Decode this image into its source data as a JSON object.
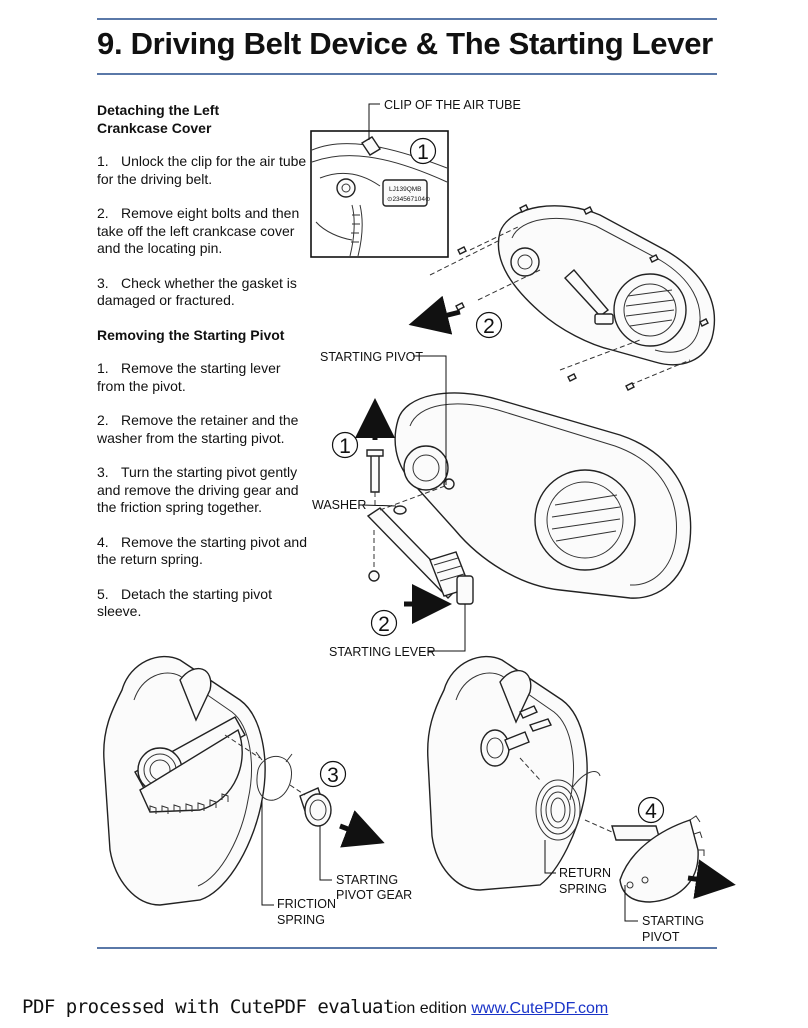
{
  "page": {
    "title": "9. Driving Belt Device & The Starting Lever"
  },
  "sections": [
    {
      "heading": "Detaching the Left Crankcase Cover",
      "steps": [
        {
          "num": "1.",
          "text": "Unlock the clip for the air tube for the driving belt."
        },
        {
          "num": "2.",
          "text": "Remove eight bolts and then take off the left crankcase cover and the locating pin."
        },
        {
          "num": "3.",
          "text": "Check whether the gasket is damaged or fractured."
        }
      ]
    },
    {
      "heading": "Removing the Starting Pivot",
      "steps": [
        {
          "num": "1.",
          "text": "Remove the starting lever from the pivot."
        },
        {
          "num": "2.",
          "text": "Remove the retainer and the washer from the starting pivot."
        },
        {
          "num": "3.",
          "text": "Turn the starting pivot gently and remove the driving gear and the friction spring together."
        },
        {
          "num": "4.",
          "text": "Remove the starting pivot and the return spring."
        },
        {
          "num": "5.",
          "text": "Detach the starting pivot sleeve."
        }
      ]
    }
  ],
  "figures": {
    "labels": {
      "clip_air_tube": "CLIP OF THE AIR TUBE",
      "starting_pivot_top": "STARTING PIVOT",
      "washer": "WASHER",
      "starting_lever": "STARTING LEVER",
      "starting_pivot_gear_1": "STARTING",
      "starting_pivot_gear_2": "PIVOT GEAR",
      "friction_spring_1": "FRICTION",
      "friction_spring_2": "SPRING",
      "return_spring_1": "RETURN",
      "return_spring_2": "SPRING",
      "starting_pivot_bottom_1": "STARTING",
      "starting_pivot_bottom_2": "PIVOT"
    },
    "plate_text_1": "LJ139QMB",
    "plate_text_2": "⊙234567104⊙",
    "step_markers": {
      "cover_1": "1",
      "cover_2": "2",
      "lever_1": "1",
      "lever_2": "2",
      "gear_3": "3",
      "pivot_4": "4"
    }
  },
  "footer": {
    "watermark_prefix": "PDF processed with CutePDF evaluat",
    "watermark_suffix": "ion edition ",
    "link_text": "www.CutePDF.com"
  },
  "colors": {
    "rule": "#5a78a8",
    "link": "#1a34c8"
  }
}
